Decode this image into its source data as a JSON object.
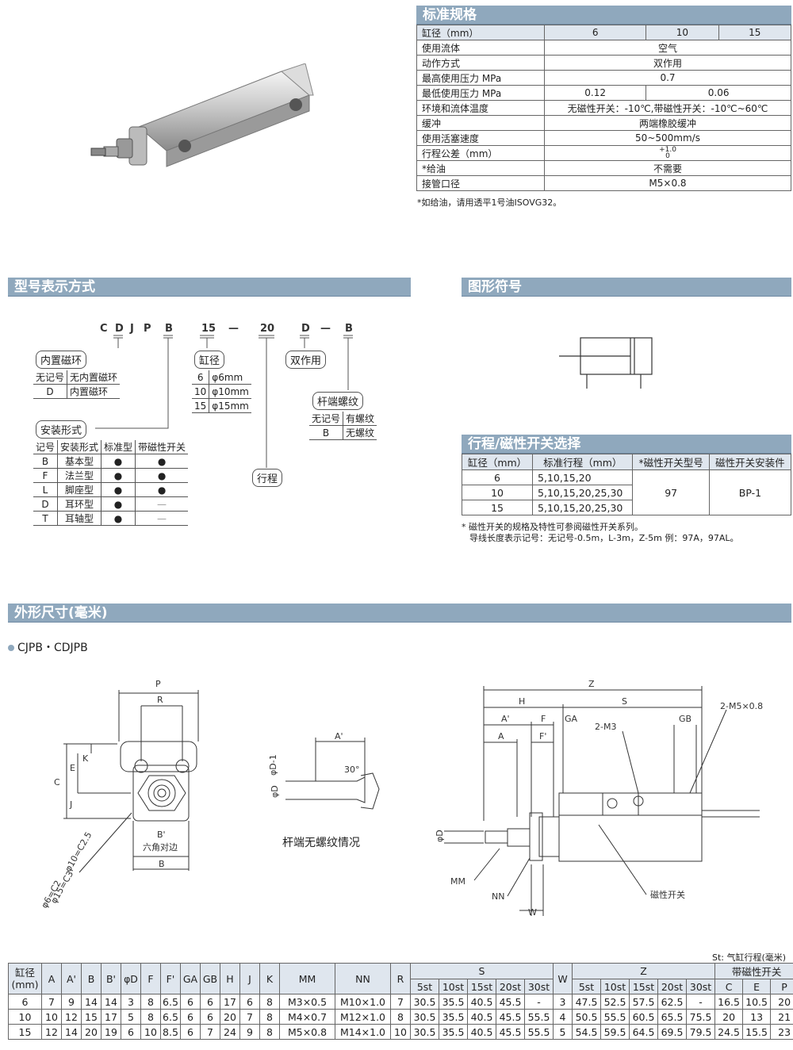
{
  "spec": {
    "title": "标准规格",
    "rows": [
      {
        "label": "缸径（mm）",
        "values": [
          "6",
          "10",
          "15"
        ]
      },
      {
        "label": "使用流体",
        "values": [
          "空气"
        ]
      },
      {
        "label": "动作方式",
        "values": [
          "双作用"
        ]
      },
      {
        "label": "最高使用压力 MPa",
        "values": [
          "0.7"
        ]
      },
      {
        "label": "最低使用压力 MPa",
        "values": [
          "0.12",
          "0.06"
        ]
      },
      {
        "label": "环境和流体温度",
        "values": [
          "无磁性开关：-10℃,带磁性开关：-10℃~60℃"
        ]
      },
      {
        "label": "缓冲",
        "values": [
          "两端橡胶缓冲"
        ]
      },
      {
        "label": "使用活塞速度",
        "values": [
          "50~500mm/s"
        ]
      },
      {
        "label": "行程公差（mm）",
        "values": [
          "+1.0",
          "0"
        ]
      },
      {
        "label": "*给油",
        "values": [
          "不需要"
        ]
      },
      {
        "label": "接管口径",
        "values": [
          "M5×0.8"
        ]
      }
    ],
    "note": "*如给油，请用透平1号油ISOVG32。"
  },
  "model": {
    "title": "型号表示方式",
    "code": [
      "C",
      "D",
      "J",
      "P",
      "B",
      "15",
      "—",
      "20",
      "D",
      "—",
      "B"
    ],
    "magnet_ring": {
      "label": "内置磁环",
      "rows": [
        [
          "无记号",
          "无内置磁环"
        ],
        [
          "D",
          "内置磁环"
        ]
      ]
    },
    "bore": {
      "label": "缸径",
      "rows": [
        [
          "6",
          "φ6mm"
        ],
        [
          "10",
          "φ10mm"
        ],
        [
          "15",
          "φ15mm"
        ]
      ]
    },
    "double_acting": "双作用",
    "rod_thread": {
      "label": "杆端螺纹",
      "rows": [
        [
          "无记号",
          "有螺纹"
        ],
        [
          "B",
          "无螺纹"
        ]
      ]
    },
    "mount": {
      "label": "安装形式",
      "headers": [
        "记号",
        "安装形式",
        "标准型",
        "带磁性开关"
      ],
      "rows": [
        [
          "B",
          "基本型",
          "●",
          "●"
        ],
        [
          "F",
          "法兰型",
          "●",
          "●"
        ],
        [
          "L",
          "脚座型",
          "●",
          "●"
        ],
        [
          "D",
          "耳环型",
          "●",
          "—"
        ],
        [
          "T",
          "耳轴型",
          "●",
          "—"
        ]
      ]
    },
    "stroke_label": "行程"
  },
  "symbol": {
    "title": "图形符号"
  },
  "stroke_switch": {
    "title": "行程/磁性开关选择",
    "headers": [
      "缸径（mm）",
      "标准行程（mm）",
      "*磁性开关型号",
      "磁性开关安装件"
    ],
    "rows": [
      [
        "6",
        "5,10,15,20"
      ],
      [
        "10",
        "5,10,15,20,25,30"
      ],
      [
        "15",
        "5,10,15,20,25,30"
      ]
    ],
    "switch_model": "97",
    "bracket": "BP-1",
    "note1": "* 磁性开关的规格及特性可参阅磁性开关系列。",
    "note2": "导线长度表示记号：无记号-0.5m，L-3m，Z-5m 例：97A，97AL。"
  },
  "dims": {
    "title": "外形尺寸(毫米)",
    "subtitle": "CJPB・CDJPB",
    "rod_caption": "杆端无螺纹情况",
    "labels": {
      "P": "P",
      "R": "R",
      "K": "K",
      "E": "E",
      "C": "C",
      "J": "J",
      "B1": "B'",
      "hex": "六角对边",
      "B": "B",
      "chamfer1": "φ6=C2",
      "chamfer2": "φ10=C2.5",
      "chamfer3": "φ15=C3",
      "A1": "A'",
      "angle": "30°",
      "D1": "φD-1",
      "D": "φD",
      "Z": "Z",
      "H": "H",
      "S": "S",
      "A1b": "A'",
      "F": "F",
      "GA": "GA",
      "GB": "GB",
      "A": "A",
      "F1": "F'",
      "M3": "2-M3",
      "M5": "2-M5×0.8",
      "Dside": "φD",
      "MM": "MM",
      "NN": "NN",
      "W": "W",
      "switch": "磁性开关"
    },
    "st_note": "St: 气缸行程(毫米)",
    "headers": [
      "缸径\n(mm)",
      "A",
      "A'",
      "B",
      "B'",
      "φD",
      "F",
      "F'",
      "GA",
      "GB",
      "H",
      "J",
      "K",
      "MM",
      "NN",
      "R",
      "S",
      "W",
      "Z",
      "带磁性开关"
    ],
    "sub_headers": [
      "5st",
      "10st",
      "15st",
      "20st",
      "30st"
    ],
    "switch_sub": [
      "C",
      "E",
      "P"
    ],
    "rows": [
      [
        "6",
        "7",
        "9",
        "14",
        "14",
        "3",
        "8",
        "6.5",
        "6",
        "6",
        "17",
        "6",
        "8",
        "M3×0.5",
        "M10×1.0",
        "7",
        "30.5",
        "35.5",
        "40.5",
        "45.5",
        "-",
        "3",
        "47.5",
        "52.5",
        "57.5",
        "62.5",
        "-",
        "16.5",
        "10.5",
        "20"
      ],
      [
        "10",
        "10",
        "12",
        "15",
        "17",
        "5",
        "8",
        "6.5",
        "6",
        "6",
        "20",
        "7",
        "8",
        "M4×0.7",
        "M12×1.0",
        "8",
        "30.5",
        "35.5",
        "40.5",
        "45.5",
        "55.5",
        "4",
        "50.5",
        "55.5",
        "60.5",
        "65.5",
        "75.5",
        "20",
        "13",
        "21"
      ],
      [
        "15",
        "12",
        "14",
        "20",
        "19",
        "6",
        "10",
        "8.5",
        "6",
        "7",
        "24",
        "9",
        "8",
        "M5×0.8",
        "M14×1.0",
        "10",
        "30.5",
        "35.5",
        "40.5",
        "45.5",
        "55.5",
        "5",
        "54.5",
        "59.5",
        "64.5",
        "69.5",
        "79.5",
        "24.5",
        "15.5",
        "23"
      ]
    ]
  }
}
